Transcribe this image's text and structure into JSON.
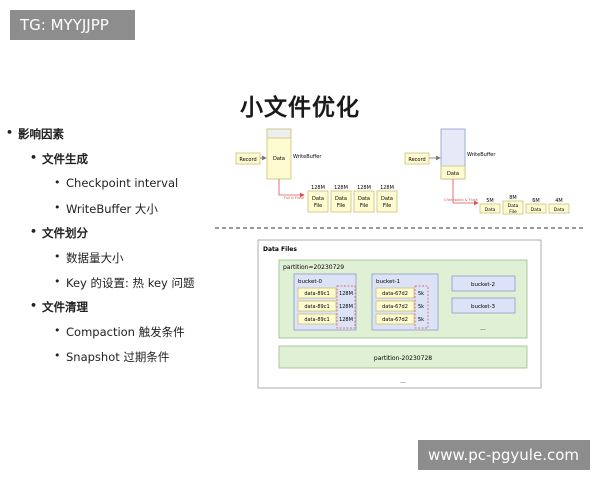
{
  "watermarks": {
    "top": "TG: MYYJJPP",
    "bottom": "www.pc-pgyule.com"
  },
  "slide": {
    "title": "小文件优化",
    "outline": [
      {
        "level": 1,
        "text": "影响因素"
      },
      {
        "level": 2,
        "text": "文件生成"
      },
      {
        "level": 3,
        "text": "Checkpoint interval"
      },
      {
        "level": 3,
        "text": "WriteBuffer 大小"
      },
      {
        "level": 2,
        "text": "文件划分"
      },
      {
        "level": 3,
        "text": "数据量大小"
      },
      {
        "level": 3,
        "text": "Key 的设置: 热 key 问题"
      },
      {
        "level": 2,
        "text": "文件清理"
      },
      {
        "level": 3,
        "text": "Compaction 触发条件"
      },
      {
        "level": 3,
        "text": "Snapshot 过期条件"
      }
    ]
  },
  "diagram_left": {
    "record": "Record",
    "data": "Data",
    "writebuffer": "WriteBuffer",
    "flush_label": "Full & Flush",
    "sizes": [
      "128M",
      "128M",
      "128M",
      "128M"
    ],
    "file_label": "Data File"
  },
  "diagram_right": {
    "record": "Record",
    "data": "Data",
    "writebuffer": "WriteBuffer",
    "flush_label": "Checkpoint & Flush",
    "sizes": [
      "5M",
      "8M",
      "6M",
      "4M"
    ],
    "file_label": "Data",
    "file_label_mid": "Data File"
  },
  "data_files": {
    "title": "Data Files",
    "partition_1": "partition=20230729",
    "partition_2": "partition-20230728",
    "bucket0": {
      "name": "bucket-0",
      "files": [
        "data-89c1",
        "data-89c1",
        "data-89c1"
      ],
      "sizes": [
        "128M",
        "128M",
        "128M"
      ]
    },
    "bucket1": {
      "name": "bucket-1",
      "files": [
        "data-67d2",
        "data-67d2",
        "data-67d2"
      ],
      "sizes": [
        "5k",
        "5k",
        "5k"
      ]
    },
    "bucket2": "bucket-2",
    "bucket3": "bucket-3",
    "ellipsis_buckets": "...",
    "ellipsis_partitions": "..."
  },
  "colors": {
    "yellow_fill": "#fffbd0",
    "yellow_stroke": "#c9c27a",
    "green_fill": "#dff0d5",
    "green_stroke": "#9cbf86",
    "blue_fill": "#dde3f6",
    "blue_stroke": "#8e9cc9",
    "red_arrow": "#d9534f"
  }
}
